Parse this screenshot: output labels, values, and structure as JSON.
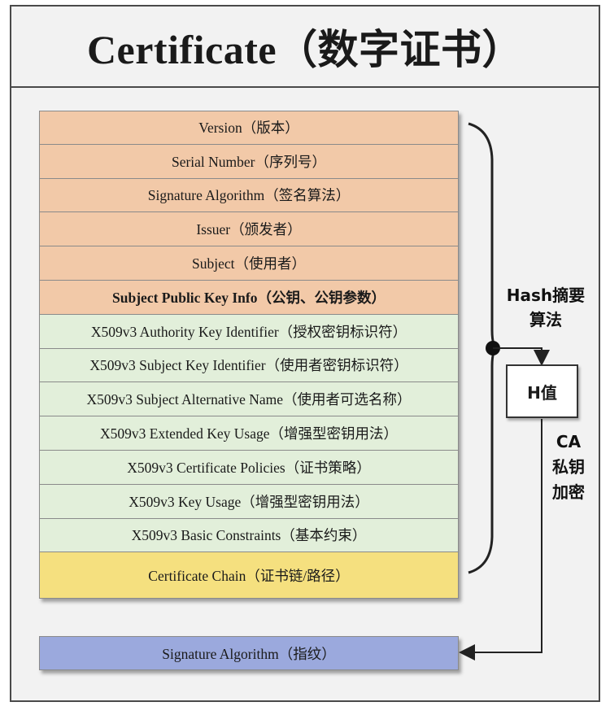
{
  "title": "Certificate（数字证书）",
  "fields": [
    {
      "label": "Version（版本）",
      "color": "#f2c9a8",
      "bold": false
    },
    {
      "label": "Serial Number（序列号）",
      "color": "#f2c9a8",
      "bold": false
    },
    {
      "label": "Signature Algorithm（签名算法）",
      "color": "#f2c9a8",
      "bold": false
    },
    {
      "label": "Issuer（颁发者）",
      "color": "#f2c9a8",
      "bold": false
    },
    {
      "label": "Subject（使用者）",
      "color": "#f2c9a8",
      "bold": false
    },
    {
      "label": "Subject Public Key Info（公钥、公钥参数）",
      "color": "#f2c9a8",
      "bold": true
    },
    {
      "label": "X509v3 Authority Key Identifier（授权密钥标识符）",
      "color": "#e2efda",
      "bold": false
    },
    {
      "label": "X509v3 Subject Key Identifier（使用者密钥标识符）",
      "color": "#e2efda",
      "bold": false
    },
    {
      "label": "X509v3 Subject Alternative Name（使用者可选名称）",
      "color": "#e2efda",
      "bold": false
    },
    {
      "label": "X509v3 Extended Key Usage（增强型密钥用法）",
      "color": "#e2efda",
      "bold": false
    },
    {
      "label": "X509v3 Certificate Policies（证书策略）",
      "color": "#e2efda",
      "bold": false
    },
    {
      "label": "X509v3 Key Usage（增强型密钥用法）",
      "color": "#e2efda",
      "bold": false
    },
    {
      "label": "X509v3 Basic Constraints（基本约束）",
      "color": "#e2efda",
      "bold": false
    }
  ],
  "chain": {
    "label": "Certificate Chain（证书链/路径）",
    "color": "#f5e07f"
  },
  "signature": {
    "label": "Signature Algorithm（指纹）",
    "color": "#9ba9dd"
  },
  "hash_label": {
    "line1": "Hash摘要",
    "line2": "算法"
  },
  "h_value": "H值",
  "ca_label": {
    "line1": "CA",
    "line2": "私钥",
    "line3": "加密"
  }
}
